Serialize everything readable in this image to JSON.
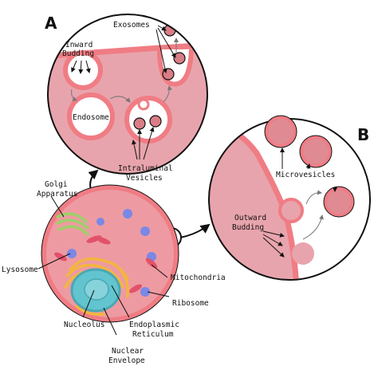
{
  "panels": {
    "a": "A",
    "b": "B"
  },
  "labels": {
    "inward_budding_1": "Inward",
    "inward_budding_2": "Budding",
    "exosomes": "Exosomes",
    "endosome": "Endosome",
    "intraluminal_1": "Intraluminal",
    "intraluminal_2": "Vesicles",
    "golgi_1": "Golgi",
    "golgi_2": "Apparatus",
    "lysosome": "Lysosome",
    "mitochondria": "Mitochondria",
    "ribosome": "Ribosome",
    "nucleolus": "Nucleolus",
    "er_1": "Endoplasmic",
    "er_2": "Reticulum",
    "nuclear_1": "Nuclear",
    "nuclear_2": "Envelope",
    "microvesicles": "Microvesicles",
    "outward_1": "Outward",
    "outward_2": "Budding"
  },
  "colors": {
    "membrane": "#f07c84",
    "cytoplasm": "#e8a4ac",
    "cell_fill": "#ee9aa2",
    "vesicle": "#d97d86",
    "outline": "#111111",
    "nucleus": "#62c4cf",
    "nucleus_inner": "#86d3db",
    "er": "#f2b63f",
    "golgi": "#9ecf6a",
    "lysosome": "#7a88e6",
    "mitochondria": "#e2526a"
  }
}
